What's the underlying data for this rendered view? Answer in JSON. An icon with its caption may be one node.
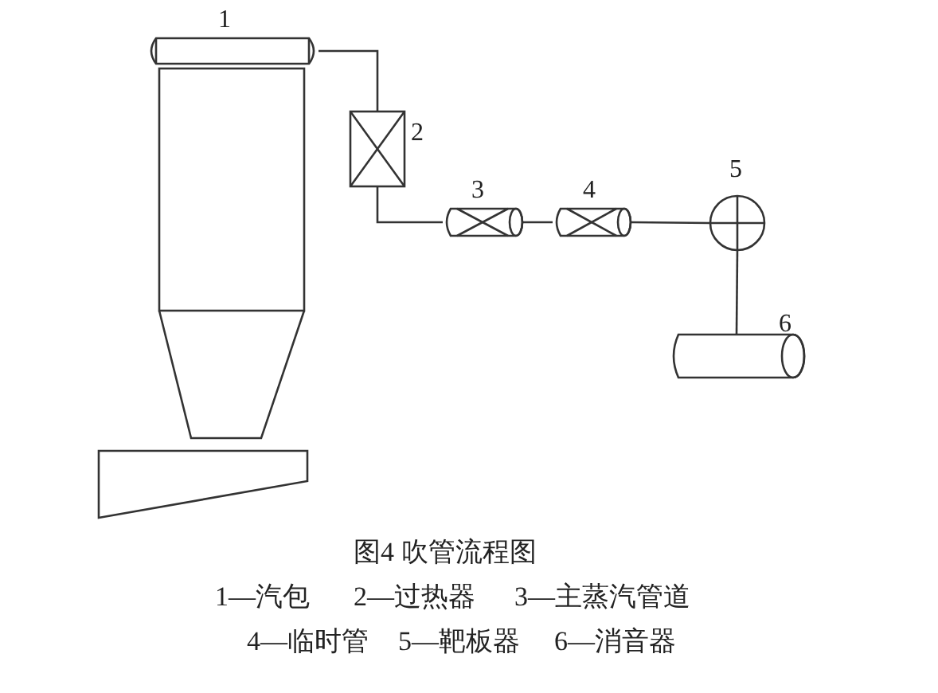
{
  "diagram": {
    "caption": "图4 吹管流程图",
    "nodes": [
      {
        "text": [],
        "shape": "cylinder",
        "beside": [
          "1"
        ]
      },
      {
        "text": [],
        "shape": "box",
        "beside": [
          "2"
        ]
      },
      {
        "text": [],
        "shape": "cylinder",
        "beside": [
          "3"
        ]
      },
      {
        "text": [],
        "shape": "cylinder",
        "beside": [
          "4"
        ]
      },
      {
        "text": [],
        "shape": "circle",
        "beside": [
          "5"
        ]
      },
      {
        "text": [],
        "shape": "cylinder",
        "beside": [
          "6"
        ]
      }
    ],
    "edges": [
      {
        "from": 0,
        "to": 1,
        "arrow": "none"
      },
      {
        "from": 1,
        "to": 2,
        "arrow": "none"
      },
      {
        "from": 2,
        "to": 3,
        "arrow": "none"
      },
      {
        "from": 3,
        "to": 4,
        "arrow": "none"
      },
      {
        "from": 4,
        "to": 5,
        "arrow": "none"
      }
    ],
    "labels": [
      "1—汽包",
      "2—过热器",
      "3—主蒸汽管道",
      "4—临时管",
      "5—靶板器",
      "6—消音器"
    ]
  }
}
